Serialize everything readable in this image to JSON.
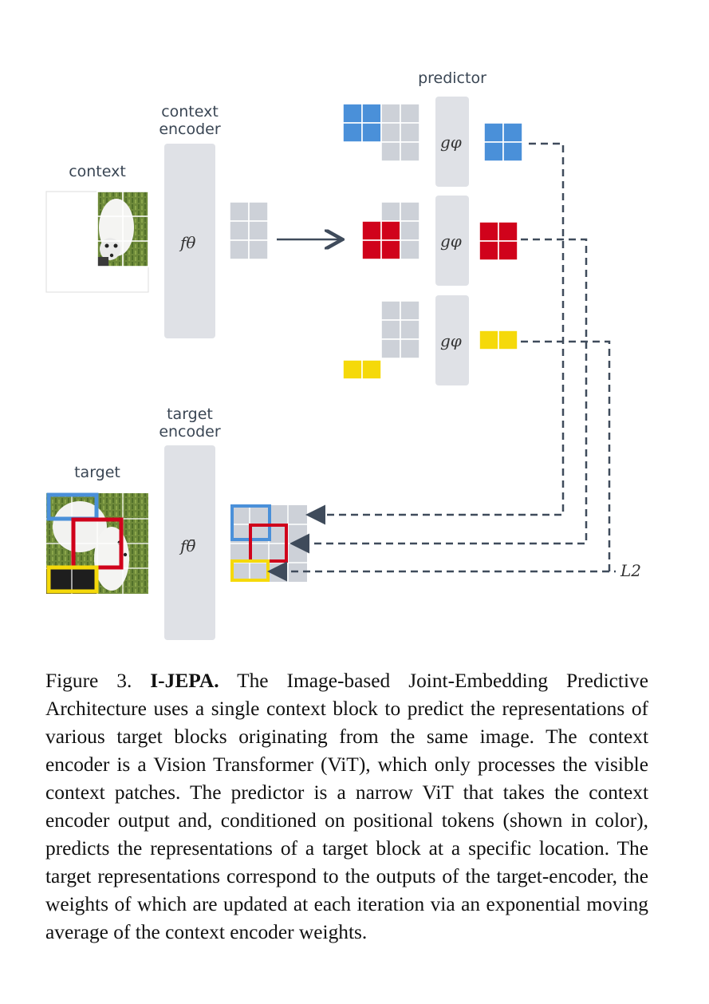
{
  "figure": {
    "labels": {
      "predictor": "predictor",
      "context_encoder": "context\nencoder",
      "context": "context",
      "target_encoder": "target\nencoder",
      "target": "target",
      "f_theta": "fθ",
      "f_theta_bar": "fθ̄",
      "g_phi": "gφ",
      "loss": "L2"
    },
    "colors": {
      "blue": "#4a90d9",
      "red": "#d0021b",
      "yellow": "#f5d90a",
      "grey_patch": "#cdd1d8",
      "encoder": "#dfe1e6",
      "dash": "#3f4b5b"
    }
  },
  "caption": {
    "prefix": "Figure 3.",
    "title": "I-JEPA.",
    "text": "The Image-based Joint-Embedding Predictive Architecture uses a single context block to predict the representations of various target blocks originating from the same image. The context encoder is a Vision Transformer (ViT), which only processes the visible context patches. The predictor is a narrow ViT that takes the context encoder output and, conditioned on positional tokens (shown in color), predicts the representations of a target block at a specific location. The target representations correspond to the outputs of the target-encoder, the weights of which are updated at each iteration via an exponential moving average of the context encoder weights."
  }
}
